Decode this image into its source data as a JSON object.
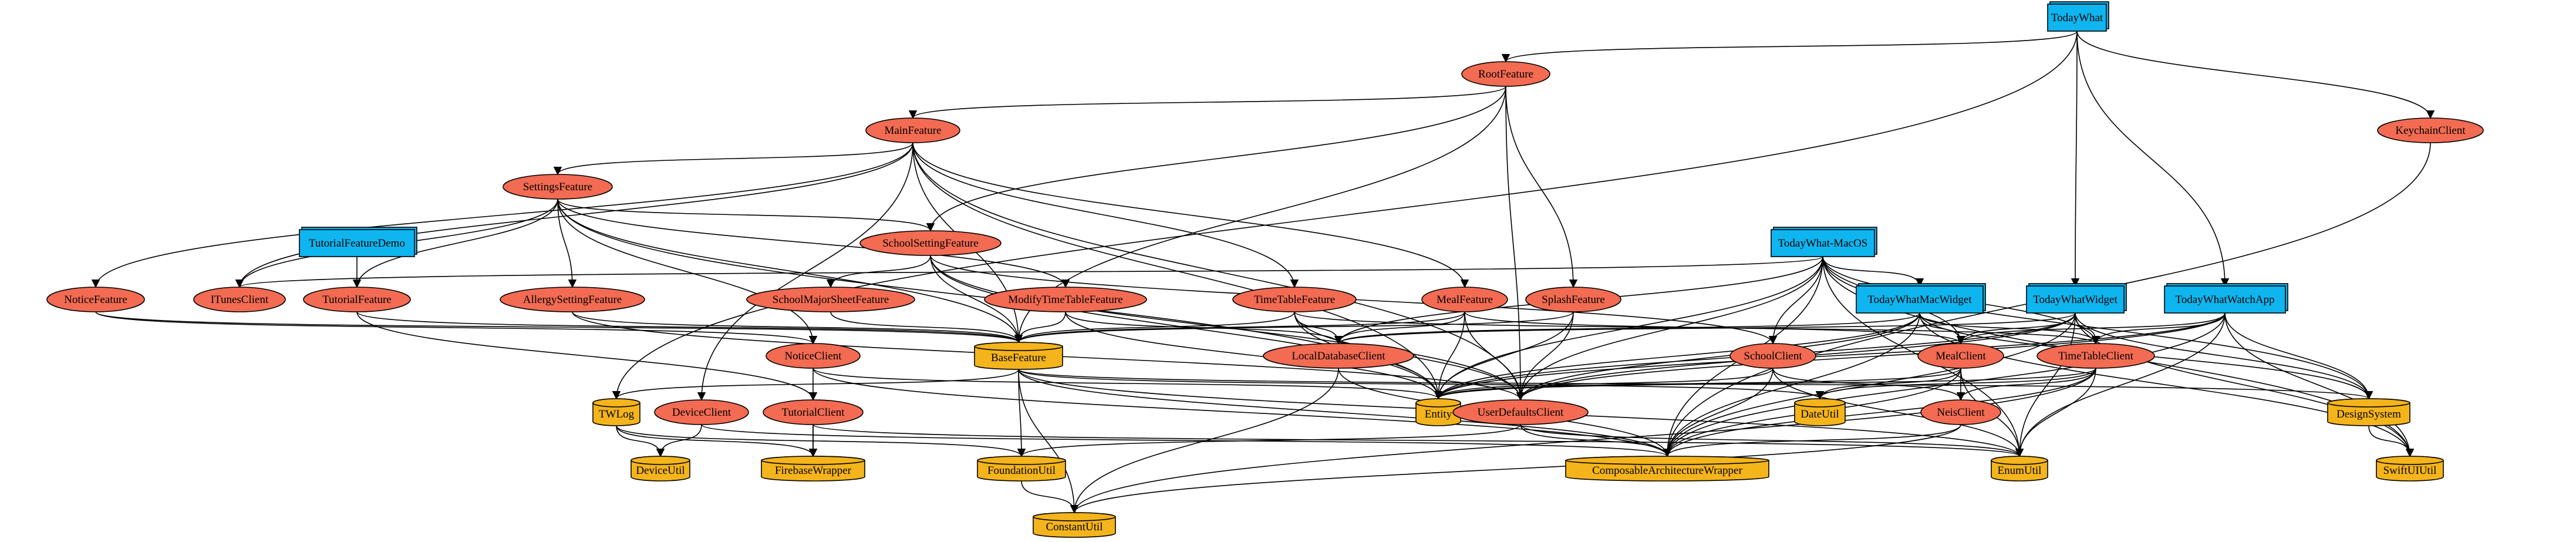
{
  "colors": {
    "feature": "#f26b52",
    "app": "#0fb5ee",
    "util": "#f4b41b",
    "edge": "#000000"
  },
  "nodes": [
    {
      "id": "TodayWhat",
      "label": "TodayWhat",
      "kind": "app"
    },
    {
      "id": "RootFeature",
      "label": "RootFeature",
      "kind": "feature"
    },
    {
      "id": "KeychainClient",
      "label": "KeychainClient",
      "kind": "feature"
    },
    {
      "id": "MainFeature",
      "label": "MainFeature",
      "kind": "feature"
    },
    {
      "id": "SettingsFeature",
      "label": "SettingsFeature",
      "kind": "feature"
    },
    {
      "id": "TutorialFeatureDemo",
      "label": "TutorialFeatureDemo",
      "kind": "app"
    },
    {
      "id": "SchoolSettingFeature",
      "label": "SchoolSettingFeature",
      "kind": "feature"
    },
    {
      "id": "TodayWhatMacOS",
      "label": "TodayWhat-MacOS",
      "kind": "app"
    },
    {
      "id": "NoticeFeature",
      "label": "NoticeFeature",
      "kind": "feature"
    },
    {
      "id": "ITunesClient",
      "label": "ITunesClient",
      "kind": "feature"
    },
    {
      "id": "TutorialFeature",
      "label": "TutorialFeature",
      "kind": "feature"
    },
    {
      "id": "AllergySettingFeature",
      "label": "AllergySettingFeature",
      "kind": "feature"
    },
    {
      "id": "SchoolMajorSheetFeature",
      "label": "SchoolMajorSheetFeature",
      "kind": "feature"
    },
    {
      "id": "ModifyTimeTableFeature",
      "label": "ModifyTimeTableFeature",
      "kind": "feature"
    },
    {
      "id": "TimeTableFeature",
      "label": "TimeTableFeature",
      "kind": "feature"
    },
    {
      "id": "MealFeature",
      "label": "MealFeature",
      "kind": "feature"
    },
    {
      "id": "SplashFeature",
      "label": "SplashFeature",
      "kind": "feature"
    },
    {
      "id": "TodayWhatMacWidget",
      "label": "TodayWhatMacWidget",
      "kind": "app"
    },
    {
      "id": "TodayWhatWidget",
      "label": "TodayWhatWidget",
      "kind": "app"
    },
    {
      "id": "TodayWhatWatchApp",
      "label": "TodayWhatWatchApp",
      "kind": "app"
    },
    {
      "id": "NoticeClient",
      "label": "NoticeClient",
      "kind": "feature"
    },
    {
      "id": "BaseFeature",
      "label": "BaseFeature",
      "kind": "util"
    },
    {
      "id": "LocalDatabaseClient",
      "label": "LocalDatabaseClient",
      "kind": "feature"
    },
    {
      "id": "SchoolClient",
      "label": "SchoolClient",
      "kind": "feature"
    },
    {
      "id": "MealClient",
      "label": "MealClient",
      "kind": "feature"
    },
    {
      "id": "TimeTableClient",
      "label": "TimeTableClient",
      "kind": "feature"
    },
    {
      "id": "TWLog",
      "label": "TWLog",
      "kind": "util"
    },
    {
      "id": "DeviceClient",
      "label": "DeviceClient",
      "kind": "feature"
    },
    {
      "id": "TutorialClient",
      "label": "TutorialClient",
      "kind": "feature"
    },
    {
      "id": "Entity",
      "label": "Entity",
      "kind": "util"
    },
    {
      "id": "UserDefaultsClient",
      "label": "UserDefaultsClient",
      "kind": "feature"
    },
    {
      "id": "DateUtil",
      "label": "DateUtil",
      "kind": "util"
    },
    {
      "id": "NeisClient",
      "label": "NeisClient",
      "kind": "feature"
    },
    {
      "id": "DesignSystem",
      "label": "DesignSystem",
      "kind": "util"
    },
    {
      "id": "DeviceUtil",
      "label": "DeviceUtil",
      "kind": "util"
    },
    {
      "id": "FirebaseWrapper",
      "label": "FirebaseWrapper",
      "kind": "util"
    },
    {
      "id": "FoundationUtil",
      "label": "FoundationUtil",
      "kind": "util"
    },
    {
      "id": "ComposableArchitectureWrapper",
      "label": "ComposableArchitectureWrapper",
      "kind": "util"
    },
    {
      "id": "EnumUtil",
      "label": "EnumUtil",
      "kind": "util"
    },
    {
      "id": "SwiftUIUtil",
      "label": "SwiftUIUtil",
      "kind": "util"
    },
    {
      "id": "ConstantUtil",
      "label": "ConstantUtil",
      "kind": "util"
    }
  ],
  "edges": [
    [
      "TodayWhat",
      "RootFeature"
    ],
    [
      "TodayWhat",
      "KeychainClient"
    ],
    [
      "TodayWhat",
      "TodayWhatWidget"
    ],
    [
      "TodayWhat",
      "TodayWhatWatchApp"
    ],
    [
      "TodayWhat",
      "TWLog"
    ],
    [
      "RootFeature",
      "MainFeature"
    ],
    [
      "RootFeature",
      "SchoolSettingFeature"
    ],
    [
      "RootFeature",
      "SplashFeature"
    ],
    [
      "RootFeature",
      "UserDefaultsClient"
    ],
    [
      "RootFeature",
      "BaseFeature"
    ],
    [
      "KeychainClient",
      "ComposableArchitectureWrapper"
    ],
    [
      "MainFeature",
      "SettingsFeature"
    ],
    [
      "MainFeature",
      "NoticeFeature"
    ],
    [
      "MainFeature",
      "ITunesClient"
    ],
    [
      "MainFeature",
      "TimeTableFeature"
    ],
    [
      "MainFeature",
      "MealFeature"
    ],
    [
      "MainFeature",
      "BaseFeature"
    ],
    [
      "MainFeature",
      "Entity"
    ],
    [
      "MainFeature",
      "UserDefaultsClient"
    ],
    [
      "MainFeature",
      "DeviceClient"
    ],
    [
      "SettingsFeature",
      "SchoolSettingFeature"
    ],
    [
      "SettingsFeature",
      "AllergySettingFeature"
    ],
    [
      "SettingsFeature",
      "ModifyTimeTableFeature"
    ],
    [
      "SettingsFeature",
      "TutorialFeature"
    ],
    [
      "SettingsFeature",
      "ITunesClient"
    ],
    [
      "SettingsFeature",
      "BaseFeature"
    ],
    [
      "SettingsFeature",
      "NoticeClient"
    ],
    [
      "SettingsFeature",
      "Entity"
    ],
    [
      "TutorialFeatureDemo",
      "TutorialFeature"
    ],
    [
      "SchoolSettingFeature",
      "SchoolMajorSheetFeature"
    ],
    [
      "SchoolSettingFeature",
      "SchoolClient"
    ],
    [
      "SchoolSettingFeature",
      "BaseFeature"
    ],
    [
      "SchoolSettingFeature",
      "UserDefaultsClient"
    ],
    [
      "SchoolSettingFeature",
      "Entity"
    ],
    [
      "TodayWhatMacOS",
      "TodayWhatMacWidget"
    ],
    [
      "TodayWhatMacOS",
      "SchoolClient"
    ],
    [
      "TodayWhatMacOS",
      "MealClient"
    ],
    [
      "TodayWhatMacOS",
      "TimeTableClient"
    ],
    [
      "TodayWhatMacOS",
      "UserDefaultsClient"
    ],
    [
      "TodayWhatMacOS",
      "LocalDatabaseClient"
    ],
    [
      "TodayWhatMacOS",
      "Entity"
    ],
    [
      "TodayWhatMacOS",
      "ITunesClient"
    ],
    [
      "TodayWhatMacOS",
      "DesignSystem"
    ],
    [
      "TodayWhatMacOS",
      "EnumUtil"
    ],
    [
      "TodayWhatMacOS",
      "ComposableArchitectureWrapper"
    ],
    [
      "TodayWhatMacOS",
      "SwiftUIUtil"
    ],
    [
      "NoticeFeature",
      "NoticeClient"
    ],
    [
      "NoticeFeature",
      "BaseFeature"
    ],
    [
      "TutorialFeature",
      "TutorialClient"
    ],
    [
      "TutorialFeature",
      "BaseFeature"
    ],
    [
      "AllergySettingFeature",
      "BaseFeature"
    ],
    [
      "AllergySettingFeature",
      "UserDefaultsClient"
    ],
    [
      "SchoolMajorSheetFeature",
      "BaseFeature"
    ],
    [
      "ModifyTimeTableFeature",
      "LocalDatabaseClient"
    ],
    [
      "ModifyTimeTableFeature",
      "BaseFeature"
    ],
    [
      "ModifyTimeTableFeature",
      "Entity"
    ],
    [
      "TimeTableFeature",
      "TimeTableClient"
    ],
    [
      "TimeTableFeature",
      "LocalDatabaseClient"
    ],
    [
      "TimeTableFeature",
      "BaseFeature"
    ],
    [
      "TimeTableFeature",
      "UserDefaultsClient"
    ],
    [
      "TimeTableFeature",
      "Entity"
    ],
    [
      "MealFeature",
      "MealClient"
    ],
    [
      "MealFeature",
      "LocalDatabaseClient"
    ],
    [
      "MealFeature",
      "BaseFeature"
    ],
    [
      "MealFeature",
      "UserDefaultsClient"
    ],
    [
      "MealFeature",
      "Entity"
    ],
    [
      "SplashFeature",
      "UserDefaultsClient"
    ],
    [
      "SplashFeature",
      "BaseFeature"
    ],
    [
      "SplashFeature",
      "Entity"
    ],
    [
      "TodayWhatMacWidget",
      "MealClient"
    ],
    [
      "TodayWhatMacWidget",
      "TimeTableClient"
    ],
    [
      "TodayWhatMacWidget",
      "UserDefaultsClient"
    ],
    [
      "TodayWhatMacWidget",
      "Entity"
    ],
    [
      "TodayWhatMacWidget",
      "DesignSystem"
    ],
    [
      "TodayWhatMacWidget",
      "ComposableArchitectureWrapper"
    ],
    [
      "TodayWhatMacWidget",
      "SwiftUIUtil"
    ],
    [
      "TodayWhatMacWidget",
      "LocalDatabaseClient"
    ],
    [
      "TodayWhatWidget",
      "MealClient"
    ],
    [
      "TodayWhatWidget",
      "TimeTableClient"
    ],
    [
      "TodayWhatWidget",
      "UserDefaultsClient"
    ],
    [
      "TodayWhatWidget",
      "Entity"
    ],
    [
      "TodayWhatWidget",
      "DesignSystem"
    ],
    [
      "TodayWhatWidget",
      "EnumUtil"
    ],
    [
      "TodayWhatWidget",
      "SwiftUIUtil"
    ],
    [
      "TodayWhatWidget",
      "LocalDatabaseClient"
    ],
    [
      "TodayWhatWidget",
      "ComposableArchitectureWrapper"
    ],
    [
      "TodayWhatWatchApp",
      "MealClient"
    ],
    [
      "TodayWhatWatchApp",
      "TimeTableClient"
    ],
    [
      "TodayWhatWatchApp",
      "UserDefaultsClient"
    ],
    [
      "TodayWhatWatchApp",
      "DesignSystem"
    ],
    [
      "TodayWhatWatchApp",
      "SwiftUIUtil"
    ],
    [
      "TodayWhatWatchApp",
      "EnumUtil"
    ],
    [
      "TodayWhatWatchApp",
      "ComposableArchitectureWrapper"
    ],
    [
      "TodayWhatWatchApp",
      "Entity"
    ],
    [
      "NoticeClient",
      "FirebaseWrapper"
    ],
    [
      "NoticeClient",
      "Entity"
    ],
    [
      "NoticeClient",
      "ComposableArchitectureWrapper"
    ],
    [
      "BaseFeature",
      "FoundationUtil"
    ],
    [
      "BaseFeature",
      "ConstantUtil"
    ],
    [
      "BaseFeature",
      "ComposableArchitectureWrapper"
    ],
    [
      "BaseFeature",
      "DesignSystem"
    ],
    [
      "BaseFeature",
      "EnumUtil"
    ],
    [
      "BaseFeature",
      "TWLog"
    ],
    [
      "BaseFeature",
      "DateUtil"
    ],
    [
      "LocalDatabaseClient",
      "ConstantUtil"
    ],
    [
      "LocalDatabaseClient",
      "ComposableArchitectureWrapper"
    ],
    [
      "SchoolClient",
      "NeisClient"
    ],
    [
      "SchoolClient",
      "Entity"
    ],
    [
      "SchoolClient",
      "ComposableArchitectureWrapper"
    ],
    [
      "SchoolClient",
      "EnumUtil"
    ],
    [
      "MealClient",
      "NeisClient"
    ],
    [
      "MealClient",
      "Entity"
    ],
    [
      "MealClient",
      "DateUtil"
    ],
    [
      "MealClient",
      "EnumUtil"
    ],
    [
      "MealClient",
      "ComposableArchitectureWrapper"
    ],
    [
      "TimeTableClient",
      "NeisClient"
    ],
    [
      "TimeTableClient",
      "Entity"
    ],
    [
      "TimeTableClient",
      "DateUtil"
    ],
    [
      "TimeTableClient",
      "EnumUtil"
    ],
    [
      "TimeTableClient",
      "ConstantUtil"
    ],
    [
      "TimeTableClient",
      "ComposableArchitectureWrapper"
    ],
    [
      "TWLog",
      "DeviceUtil"
    ],
    [
      "TWLog",
      "FirebaseWrapper"
    ],
    [
      "TWLog",
      "FoundationUtil"
    ],
    [
      "DeviceClient",
      "DeviceUtil"
    ],
    [
      "DeviceClient",
      "ComposableArchitectureWrapper"
    ],
    [
      "TutorialClient",
      "FirebaseWrapper"
    ],
    [
      "TutorialClient",
      "EnumUtil"
    ],
    [
      "UserDefaultsClient",
      "FoundationUtil"
    ],
    [
      "UserDefaultsClient",
      "ComposableArchitectureWrapper"
    ],
    [
      "UserDefaultsClient",
      "EnumUtil"
    ],
    [
      "NeisClient",
      "ConstantUtil"
    ],
    [
      "NeisClient",
      "ComposableArchitectureWrapper"
    ],
    [
      "FoundationUtil",
      "ConstantUtil"
    ],
    [
      "DesignSystem",
      "SwiftUIUtil"
    ]
  ]
}
